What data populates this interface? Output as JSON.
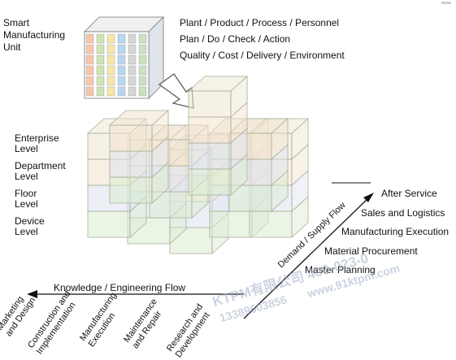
{
  "unit_title": [
    "Smart",
    "Manufacturing",
    "Unit"
  ],
  "unit_lines": [
    "Plant / Product / Process / Personnel",
    "Plan / Do / Check / Action",
    "Quality / Cost / Delivery / Environment"
  ],
  "levels": [
    [
      "Enterprise",
      "Level"
    ],
    [
      "Department",
      "Level"
    ],
    [
      "Floor",
      "Level"
    ],
    [
      "Device",
      "Level"
    ]
  ],
  "value_chain": [
    "After Service",
    "Sales and Logistics",
    "Manufacturing Execution",
    "Material Procurement",
    "Master Planning"
  ],
  "demand_flow_label": "Demand / Supply Flow",
  "knowledge_flow_label": "Knowledge / Engineering Flow",
  "lifecycle": [
    [
      "Marketing",
      "and Design"
    ],
    [
      "Construction and",
      "Implementation"
    ],
    [
      "Manufacturing",
      "Execution"
    ],
    [
      "Maintenance",
      "and Repair"
    ],
    [
      "Research and",
      "Development"
    ]
  ],
  "watermark": {
    "brand": "KTPM有限公司 400-023-0",
    "phone": "13389603856",
    "url": "www.91ktpm.com"
  },
  "colors": {
    "level_enterprise": "#ece7cf",
    "level_department": "#f2e2cf",
    "level_floor": "#dde3ef",
    "level_device": "#d9ecd0",
    "edge": "#a9ad9a"
  }
}
